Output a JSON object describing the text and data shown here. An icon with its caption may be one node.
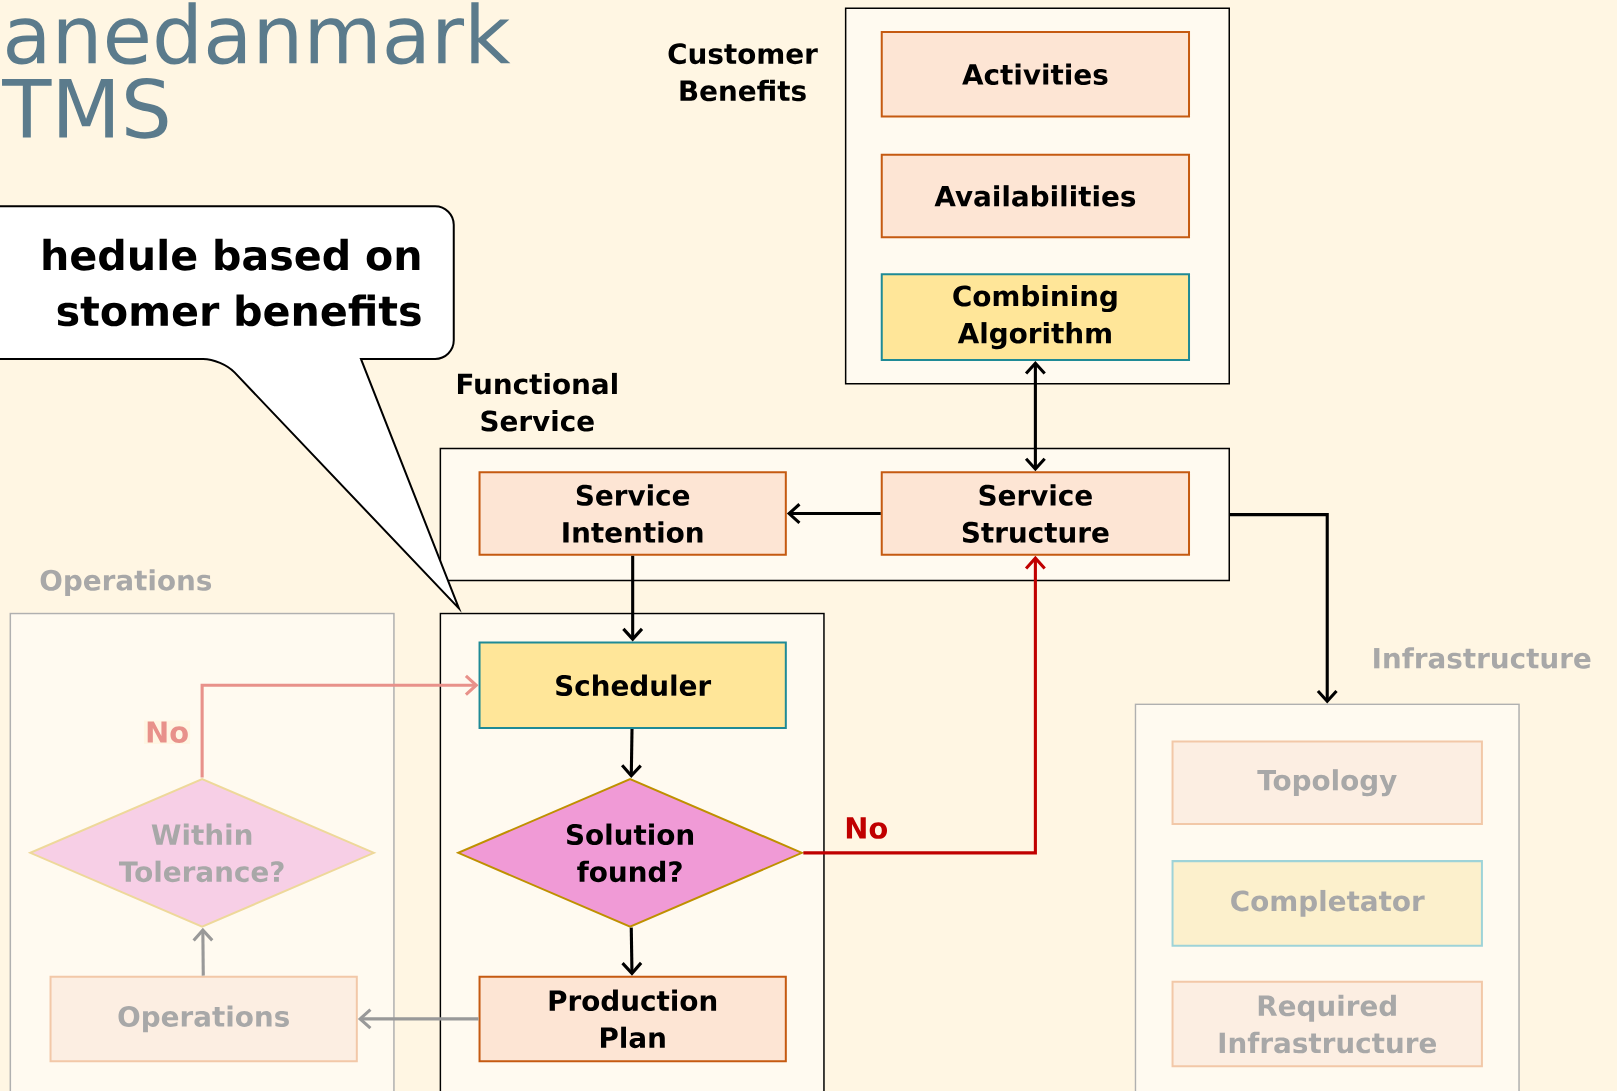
{
  "diagram": {
    "title": "anedanmark TMS",
    "nodes": [
      {
        "text": [
          "Customer Benefits"
        ]
      },
      {
        "text": [
          "Activities"
        ],
        "in": 0
      },
      {
        "text": [
          "Availabilities"
        ],
        "in": 0
      },
      {
        "text": [
          "Combining Algorithm"
        ],
        "in": 0
      },
      {
        "text": [
          "Functional Service"
        ]
      },
      {
        "text": [
          "Service Intention"
        ],
        "in": 4
      },
      {
        "text": [
          "Service Structure"
        ],
        "in": 4
      },
      {
        "text": [],
        "shape": "box"
      },
      {
        "text": [
          "Scheduler"
        ],
        "in": 7
      },
      {
        "text": [
          "Solution found?"
        ],
        "in": 7
      },
      {
        "text": [
          "Production Plan"
        ],
        "in": 7
      },
      {
        "text": [
          "Operations"
        ]
      },
      {
        "text": [
          "Within Tolerance?"
        ],
        "in": 11
      },
      {
        "text": [
          "Operations"
        ],
        "in": 11
      },
      {
        "text": [
          "Infrastructure"
        ]
      },
      {
        "text": [
          "Topology"
        ],
        "in": 14
      },
      {
        "text": [
          "Completator"
        ],
        "in": 14
      },
      {
        "text": [
          "Required Infrastructure"
        ],
        "in": 14
      },
      {
        "text": [
          "hedule based on stomer benefits"
        ]
      }
    ],
    "edges": [
      {
        "from": 3,
        "to": 6,
        "arrow": "both"
      },
      {
        "from": 6,
        "to": 5,
        "arrow": "to"
      },
      {
        "from": 5,
        "to": 8,
        "arrow": "to"
      },
      {
        "from": 8,
        "to": 9,
        "arrow": "to"
      },
      {
        "from": 9,
        "to": 10,
        "arrow": "to"
      },
      {
        "from": 9,
        "to": 6,
        "arrow": "to",
        "label": "No",
        "color": "#c00000"
      },
      {
        "from": 12,
        "to": 8,
        "arrow": "to",
        "label": "No",
        "color": "#e8918a"
      },
      {
        "from": 13,
        "to": 12,
        "arrow": "to",
        "color": "#999999"
      },
      {
        "from": 10,
        "to": 13,
        "arrow": "to",
        "color": "#999999"
      },
      {
        "from": 4,
        "to": 14,
        "arrow": "to"
      }
    ]
  }
}
